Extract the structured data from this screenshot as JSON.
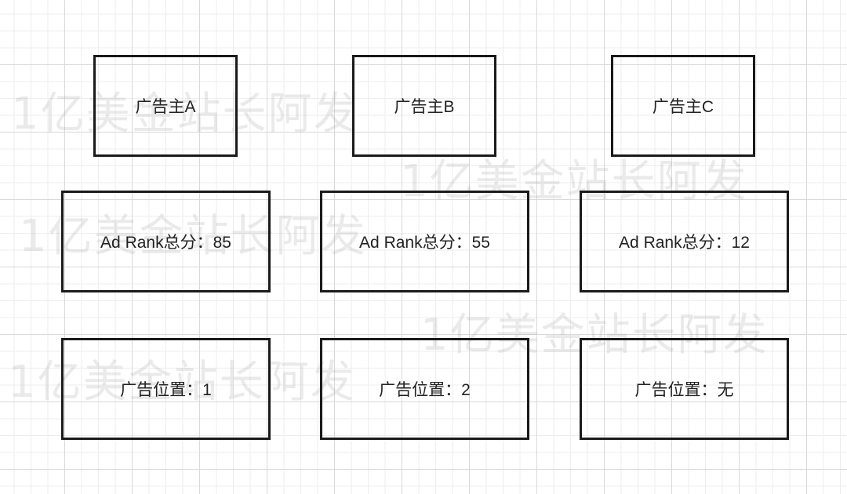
{
  "watermark_text": "1亿美金站长阿发",
  "advertisers": [
    {
      "name": "广告主A",
      "rank": "Ad Rank总分：85",
      "position": "广告位置：1"
    },
    {
      "name": "广告主B",
      "rank": "Ad Rank总分：55",
      "position": "广告位置：2"
    },
    {
      "name": "广告主C",
      "rank": "Ad Rank总分：12",
      "position": "广告位置：无"
    }
  ]
}
